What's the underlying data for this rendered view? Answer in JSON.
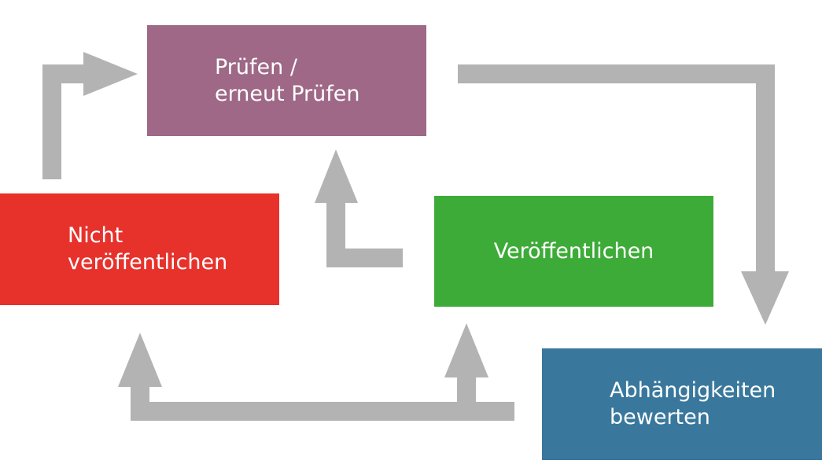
{
  "colors": {
    "arrow": "#b3b3b3",
    "review": "#9e6886",
    "not_publish": "#e7322c",
    "publish": "#3dab38",
    "assess": "#39789c"
  },
  "boxes": {
    "review": {
      "line1": "Prüfen /",
      "line2": "erneut Prüfen"
    },
    "not_publish": {
      "line1": "Nicht",
      "line2": "veröffentlichen"
    },
    "publish": {
      "line1": "Veröffentlichen"
    },
    "assess": {
      "line1": "Abhängigkeiten",
      "line2": "bewerten"
    }
  }
}
